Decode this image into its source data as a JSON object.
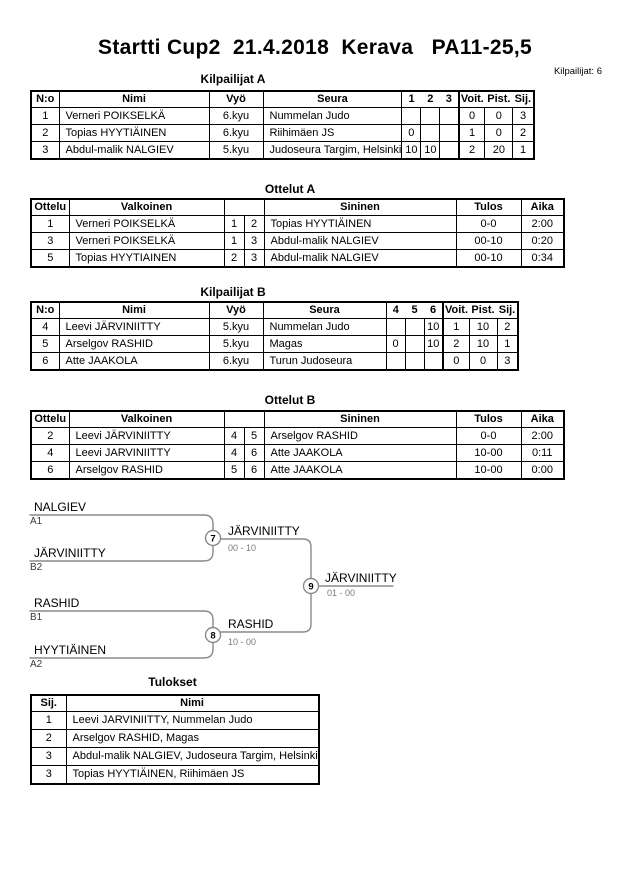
{
  "page": {
    "title": "Startti Cup2  21.4.2018  Kerava   PA11-25,5",
    "competitors_note": "Kilpailijat: 6"
  },
  "tables": {
    "kilpailijat_a": {
      "title": "Kilpailijat A",
      "headers": [
        "N:o",
        "Nimi",
        "Vyö",
        "Seura",
        "1",
        "2",
        "3",
        "Voit.",
        "Pist.",
        "Sij."
      ],
      "rows": [
        [
          "1",
          "Verneri POIKSELKÄ",
          "6.kyu",
          "Nummelan Judo",
          "",
          "",
          "",
          "0",
          "0",
          "3"
        ],
        [
          "2",
          "Topias HYYTIÄINEN",
          "6.kyu",
          "Riihimäen JS",
          "0",
          "",
          "",
          "1",
          "0",
          "2"
        ],
        [
          "3",
          "Abdul-malik NALGIEV",
          "5.kyu",
          "Judoseura Targim, Helsinki",
          "10",
          "10",
          "",
          "2",
          "20",
          "1"
        ]
      ]
    },
    "ottelut_a": {
      "title": "Ottelut A",
      "headers": {
        "ottelu": "Ottelu",
        "valkoinen": "Valkoinen",
        "sininen": "Sininen",
        "tulos": "Tulos",
        "aika": "Aika"
      },
      "rows": [
        [
          "1",
          "Verneri POIKSELKÄ",
          "1",
          "2",
          "Topias HYYTIÄINEN",
          "0-0",
          "2:00"
        ],
        [
          "3",
          "Verneri POIKSELKÄ",
          "1",
          "3",
          "Abdul-malik NALGIEV",
          "00-10",
          "0:20"
        ],
        [
          "5",
          "Topias HYYTIAINEN",
          "2",
          "3",
          "Abdul-malik NALGIEV",
          "00-10",
          "0:34"
        ]
      ]
    },
    "kilpailijat_b": {
      "title": "Kilpailijat B",
      "headers": [
        "N:o",
        "Nimi",
        "Vyö",
        "Seura",
        "4",
        "5",
        "6",
        "Voit.",
        "Pist.",
        "Sij."
      ],
      "rows": [
        [
          "4",
          "Leevi JÄRVINIITTY",
          "5.kyu",
          "Nummelan Judo",
          "",
          "",
          "10",
          "1",
          "10",
          "2"
        ],
        [
          "5",
          "Arselgov RASHID",
          "5.kyu",
          "Magas",
          "0",
          "",
          "10",
          "2",
          "10",
          "1"
        ],
        [
          "6",
          "Atte JAAKOLA",
          "6.kyu",
          "Turun Judoseura",
          "",
          "",
          "",
          "0",
          "0",
          "3"
        ]
      ]
    },
    "ottelut_b": {
      "title": "Ottelut B",
      "headers": {
        "ottelu": "Ottelu",
        "valkoinen": "Valkoinen",
        "sininen": "Sininen",
        "tulos": "Tulos",
        "aika": "Aika"
      },
      "rows": [
        [
          "2",
          "Leevi JÄRVINIITTY",
          "4",
          "5",
          "Arselgov RASHID",
          "0-0",
          "2:00"
        ],
        [
          "4",
          "Leevi JARVINIITTY",
          "4",
          "6",
          "Atte JAAKOLA",
          "10-00",
          "0:11"
        ],
        [
          "6",
          "Arselgov RASHID",
          "5",
          "6",
          "Atte JAAKOLA",
          "10-00",
          "0:00"
        ]
      ]
    },
    "tulokset": {
      "title": "Tulokset",
      "headers": [
        "Sij.",
        "Nimi"
      ],
      "rows": [
        [
          "1",
          "Leevi JARVINIITTY, Nummelan Judo"
        ],
        [
          "2",
          "Arselgov RASHID, Magas"
        ],
        [
          "3",
          "Abdul-malik NALGIEV, Judoseura Targim, Helsinki"
        ],
        [
          "3",
          "Topias HYYTIÄINEN, Riihimäen JS"
        ]
      ]
    }
  },
  "bracket": {
    "line_color": "#8a8a8a",
    "score_color": "#7a7a7a",
    "round1": [
      {
        "match_no": "7",
        "slot_top": {
          "name": "NALGIEV",
          "seed": "A1"
        },
        "slot_bottom": {
          "name": "JÄRVINIITTY",
          "seed": "B2"
        },
        "winner": "JÄRVINIITTY",
        "score": "00 - 10"
      },
      {
        "match_no": "8",
        "slot_top": {
          "name": "RASHID",
          "seed": "B1"
        },
        "slot_bottom": {
          "name": "HYYTIÄINEN",
          "seed": "A2"
        },
        "winner": "RASHID",
        "score": "10 - 00"
      }
    ],
    "final": {
      "match_no": "9",
      "winner": "JÄRVINIITTY",
      "score": "01 - 00"
    }
  }
}
